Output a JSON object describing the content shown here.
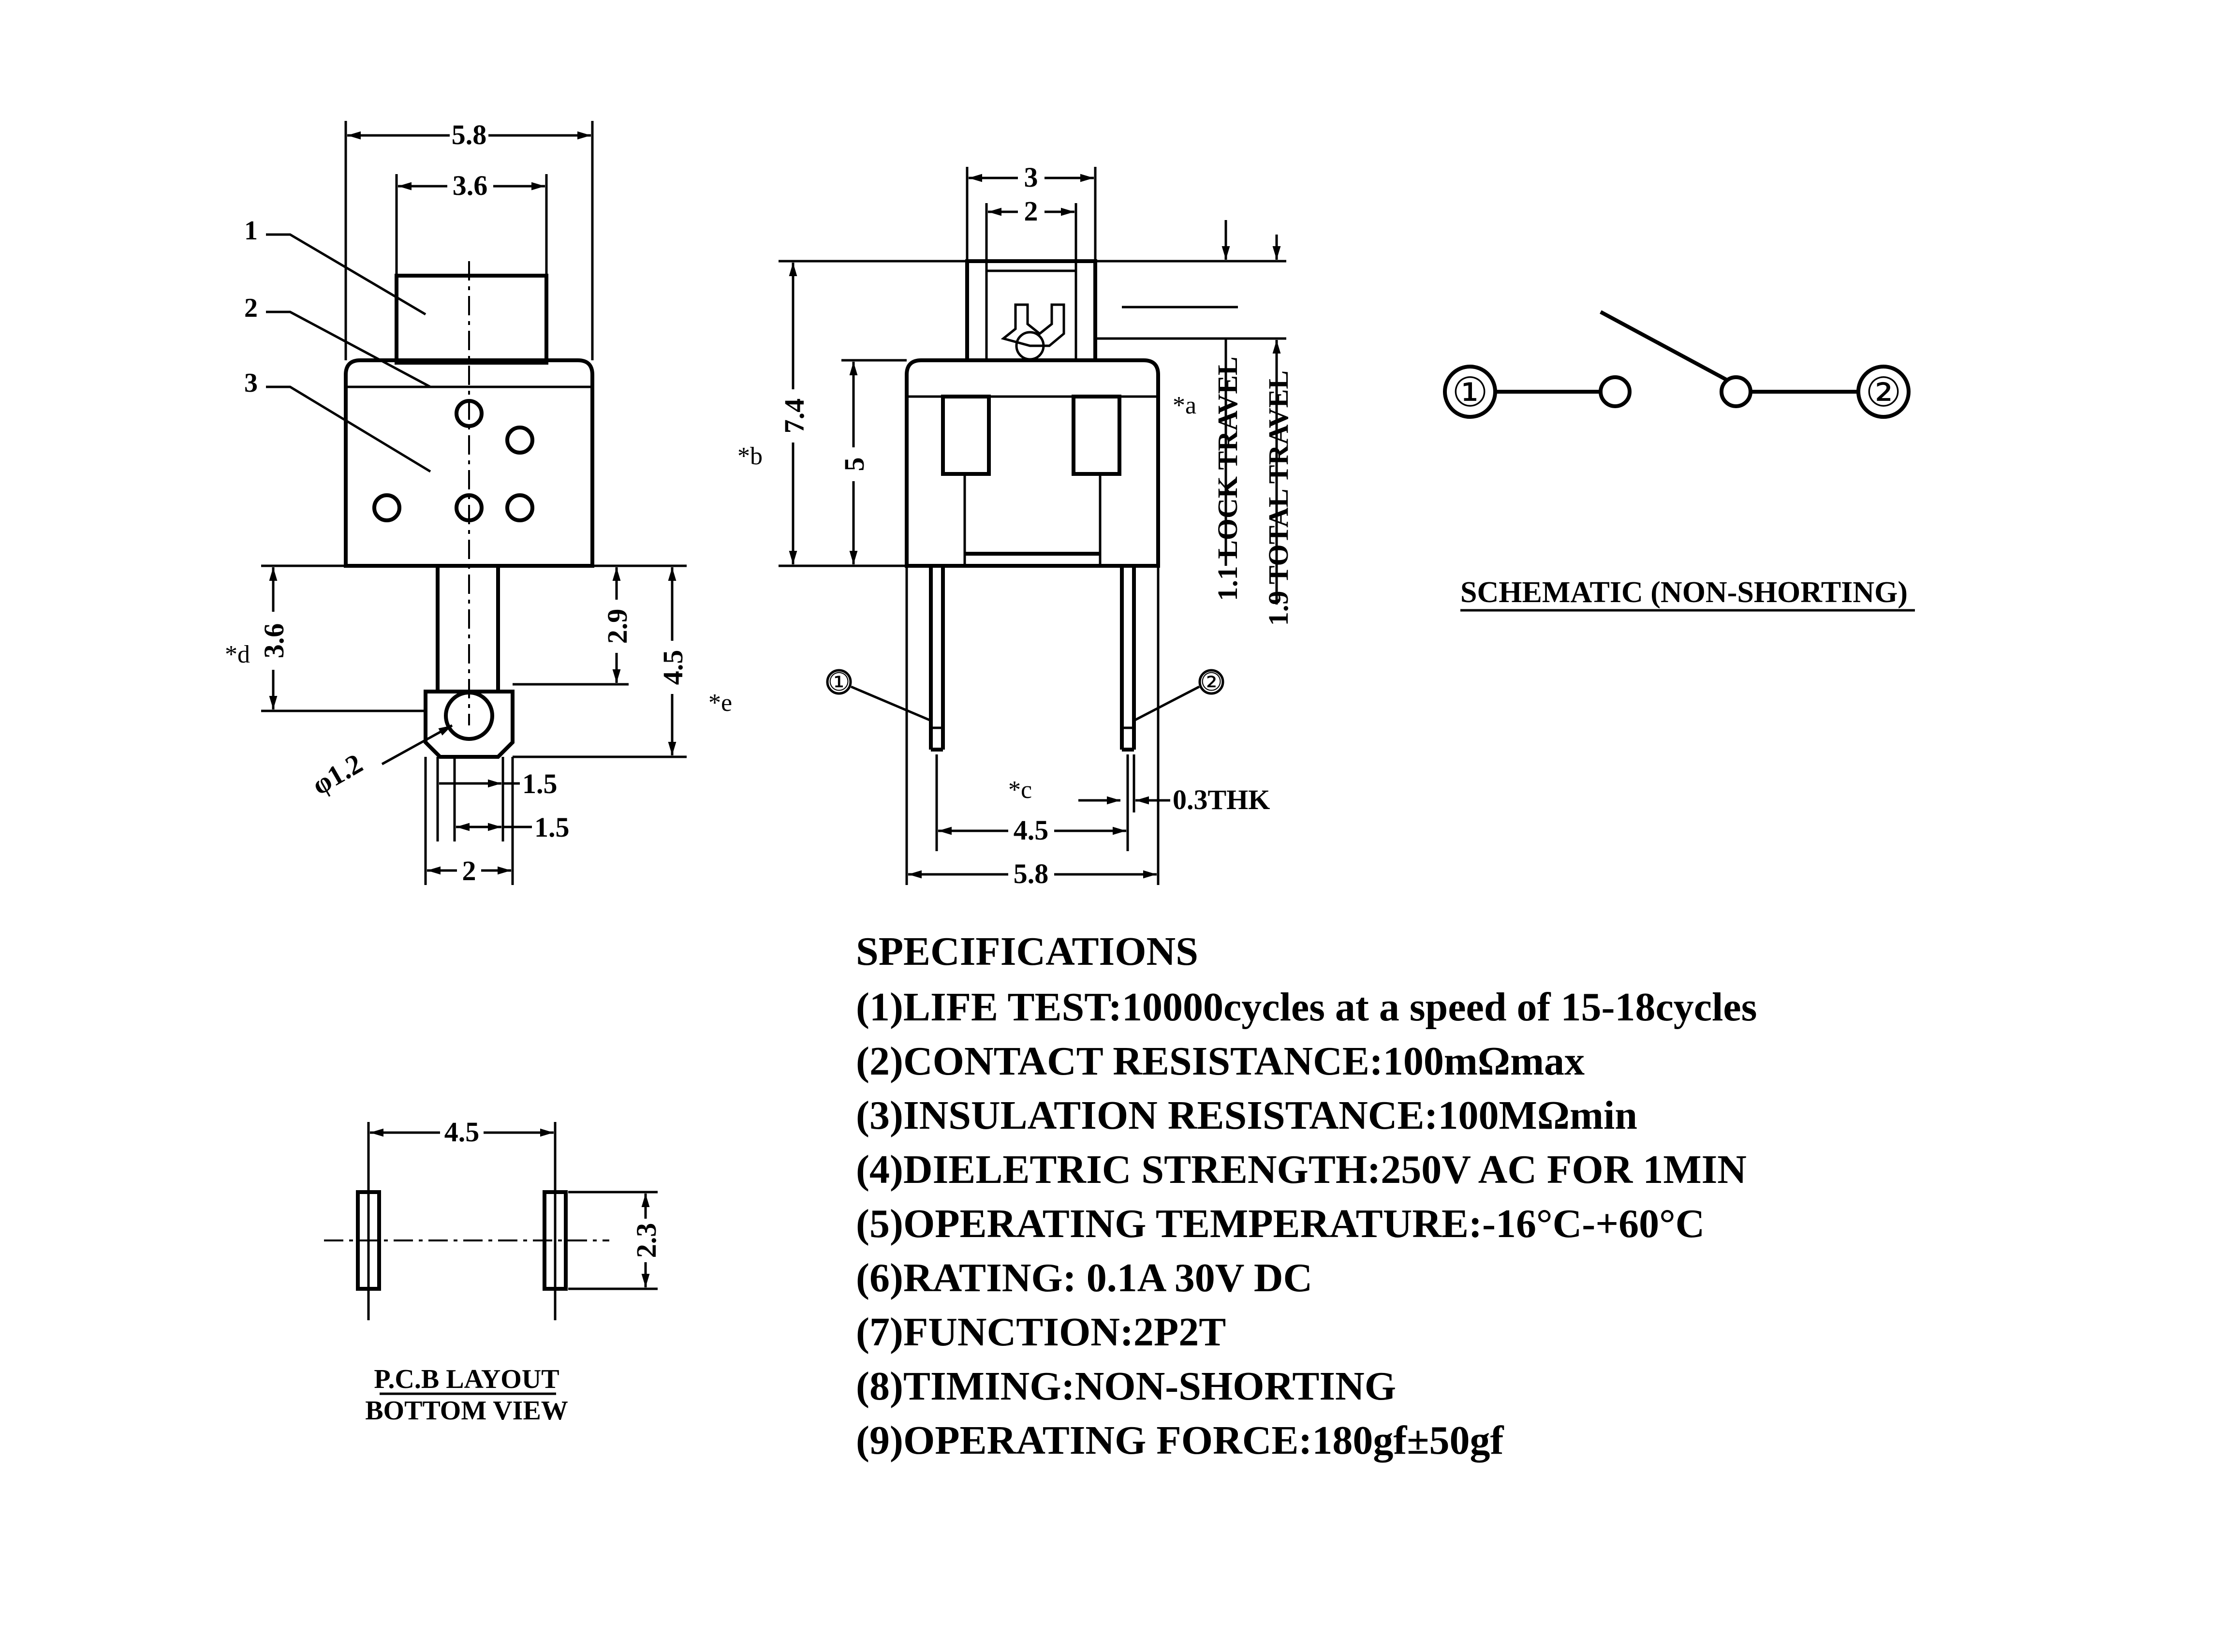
{
  "front_view": {
    "dims": {
      "width_total": "5.8",
      "actuator_width": "3.6",
      "pin_length": "3.6",
      "pin_offset": "2.9",
      "pin_total": "4.5",
      "hole_dia": "φ1.2",
      "pin_w1": "1.5",
      "pin_w2": "1.5",
      "pin_w3": "2"
    },
    "part_labels": [
      "1",
      "2",
      "3"
    ],
    "callouts": {
      "d": "*d",
      "e": "*e"
    }
  },
  "side_view": {
    "dims": {
      "top_outer": "3",
      "top_inner": "2",
      "height_total": "7.4",
      "body_height": "5",
      "lock_travel": "1.1 LOCK TRAVEL",
      "total_travel": "1.9 TOTAL TRAVEL",
      "pin_pitch": "4.5",
      "body_width": "5.8",
      "thickness": "0.3THK"
    },
    "callouts": {
      "a": "*a",
      "b": "*b",
      "c": "*c"
    },
    "terminals": [
      "①",
      "②"
    ]
  },
  "schematic": {
    "terminal_1": "①",
    "terminal_2": "②",
    "caption": "SCHEMATIC (NON-SHORTING)"
  },
  "pcb_layout": {
    "pitch": "4.5",
    "pad_length": "2.3",
    "caption_line1": "P.C.B LAYOUT",
    "caption_line2": "BOTTOM VIEW"
  },
  "specifications": {
    "title": "SPECIFICATIONS",
    "items": [
      "(1)LIFE TEST:10000cycles at a speed of 15-18cycles",
      "(2)CONTACT RESISTANCE:100mΩmax",
      "(3)INSULATION RESISTANCE:100MΩmin",
      "(4)DIELETRIC STRENGTH:250V AC FOR 1MIN",
      "(5)OPERATING TEMPERATURE:-16°C-+60°C",
      "(6)RATING: 0.1A 30V DC",
      "(7)FUNCTION:2P2T",
      "(8)TIMING:NON-SHORTING",
      "(9)OPERATING FORCE:180gf±50gf"
    ]
  }
}
